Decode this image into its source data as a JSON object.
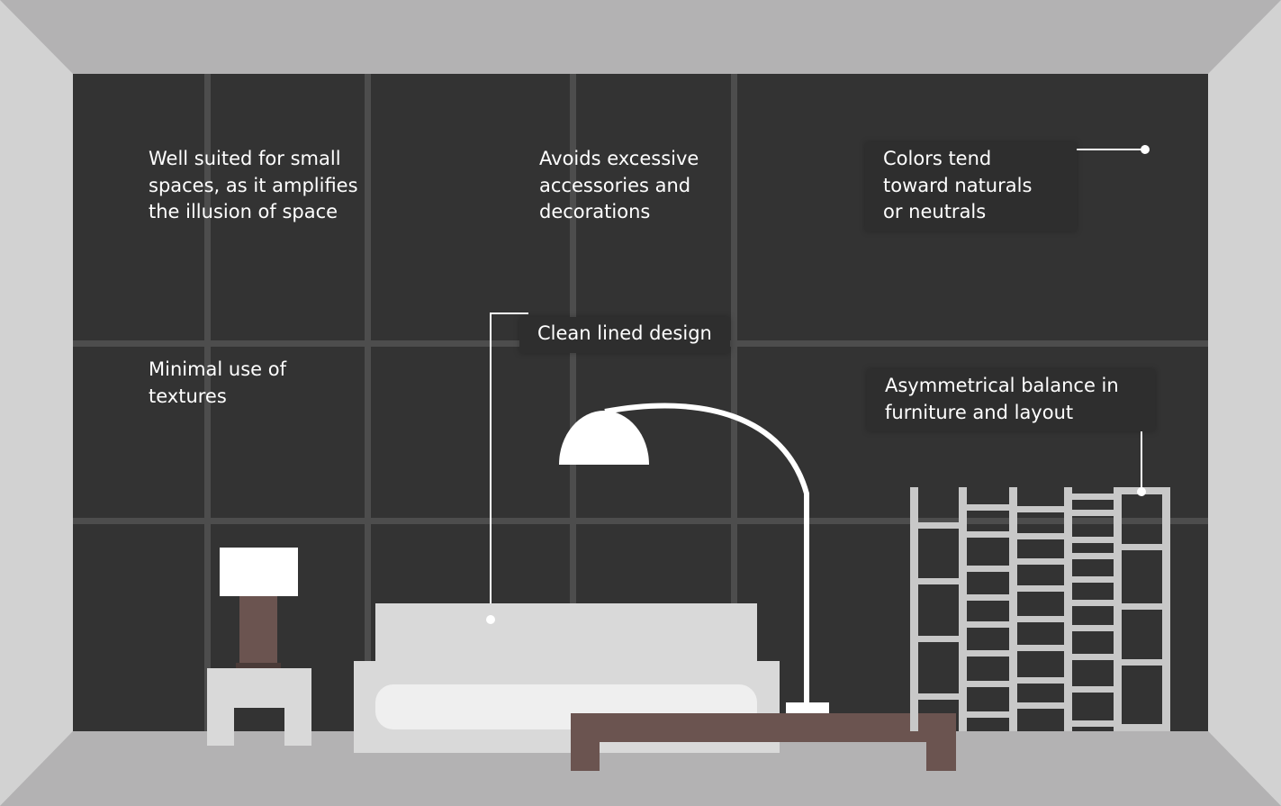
{
  "labels": {
    "small_spaces": "Well suited for small\nspaces, as it amplifies\nthe illusion of space",
    "accessories": "Avoids excessive\naccessories and\ndecorations",
    "colors": "Colors tend\ntoward naturals\nor neutrals",
    "clean_lined": "Clean lined design",
    "textures": "Minimal use of\ntextures",
    "asymmetrical": "Asymmetrical balance in\nfurniture and layout"
  },
  "colors": {
    "wall": "#333333",
    "window_mullion": "#4d4d4d",
    "ceiling": "#b3b2b3",
    "side_wall": "#d2d2d2",
    "floor": "#b3b2b3",
    "sofa": "#d9d9d9",
    "sofa_cushion": "#efefef",
    "wood": "#6b5450",
    "lamp": "#ffffff",
    "shelf": "#c8c8c8",
    "label_box": "#2e2e2e"
  }
}
